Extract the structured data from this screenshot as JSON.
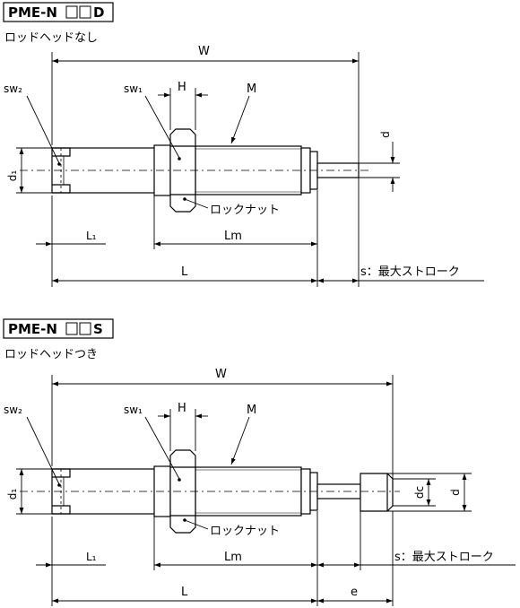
{
  "diagrams": [
    {
      "id": "d",
      "model_prefix": "PME-N",
      "model_suffix": "D",
      "subtitle": "ロッドヘッドなし",
      "labels": {
        "W": "W",
        "H": "H",
        "M": "M",
        "sw1": "sw₁",
        "sw2": "sw₂",
        "d1": "d₁",
        "d": "d",
        "L1": "L₁",
        "Lm": "Lm",
        "L": "L",
        "locknut": "ロックナット",
        "stroke": "s：最大ストローク"
      }
    },
    {
      "id": "s",
      "model_prefix": "PME-N",
      "model_suffix": "S",
      "subtitle": "ロッドヘッドつき",
      "labels": {
        "W": "W",
        "H": "H",
        "M": "M",
        "sw1": "sw₁",
        "sw2": "sw₂",
        "d1": "d₁",
        "d": "d",
        "dc": "dc",
        "L1": "L₁",
        "Lm": "Lm",
        "L": "L",
        "e": "e",
        "locknut": "ロックナット",
        "stroke": "s：最大ストローク"
      }
    }
  ]
}
